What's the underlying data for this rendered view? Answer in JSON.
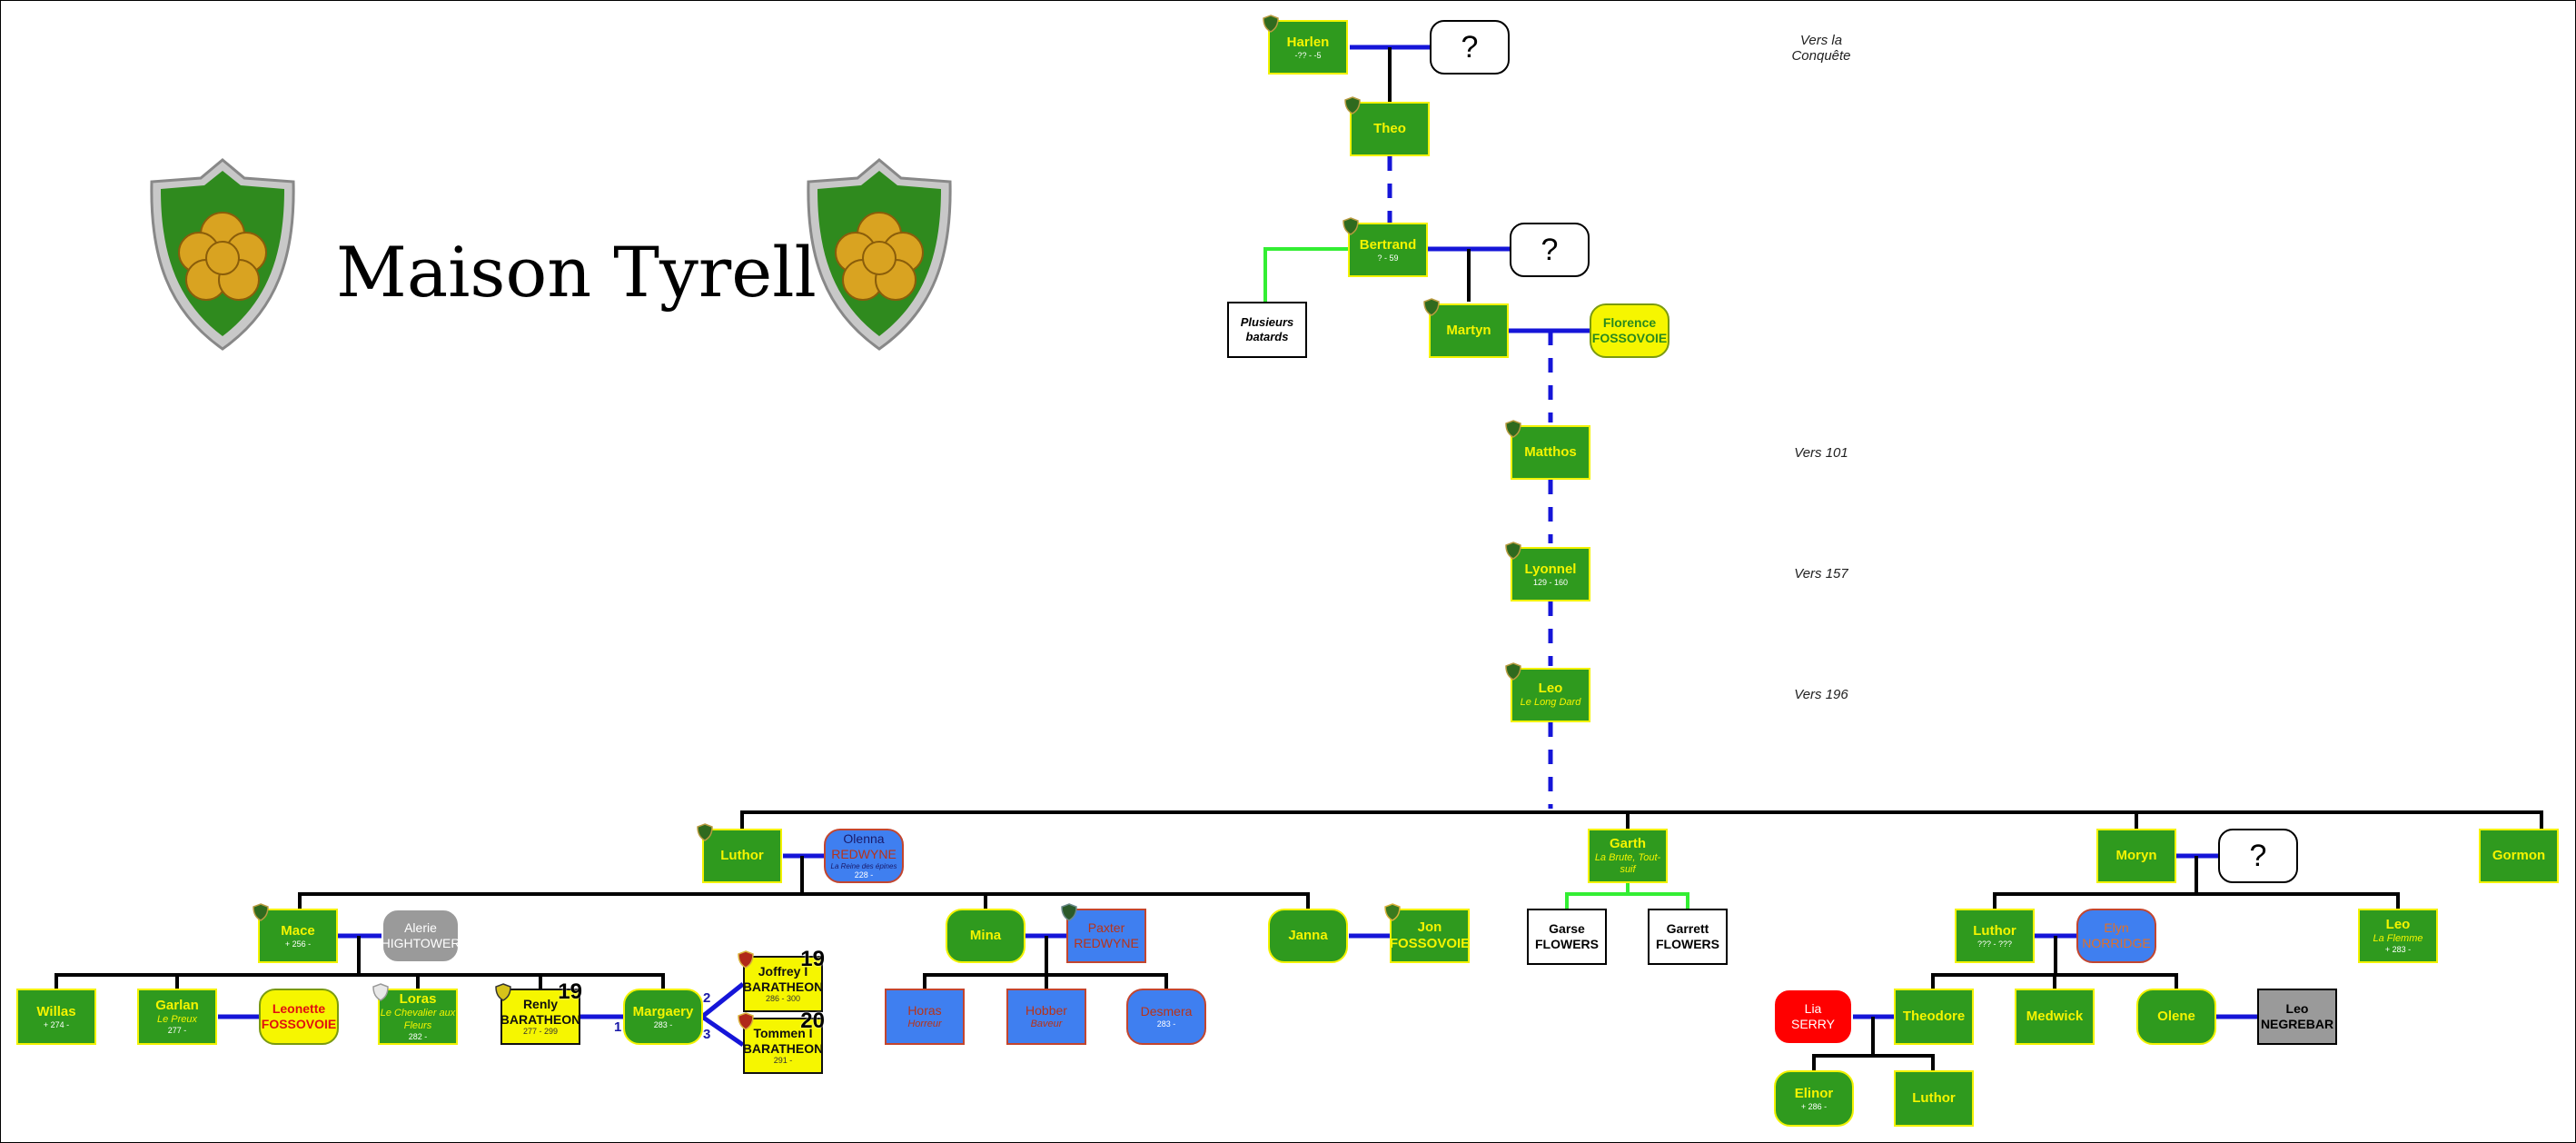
{
  "title": "Maison Tyrell",
  "eras": {
    "conquest": "Vers la Conquête",
    "y101": "Vers 101",
    "y157": "Vers 157",
    "y196": "Vers 196"
  },
  "unknown": "?",
  "nodes": {
    "harlen": {
      "name": "Harlen",
      "dates": "-?? - -5"
    },
    "theo": {
      "name": "Theo"
    },
    "bertrand": {
      "name": "Bertrand",
      "dates": "? - 59"
    },
    "bastards": {
      "name": "Plusieurs batards"
    },
    "martyn": {
      "name": "Martyn"
    },
    "florence": {
      "name": "Florence",
      "house": "FOSSOVOIE"
    },
    "matthos": {
      "name": "Matthos"
    },
    "lyonnel": {
      "name": "Lyonnel",
      "dates": "129 - 160"
    },
    "leo_lord": {
      "name": "Leo",
      "epithet": "Le Long Dard"
    },
    "luthor": {
      "name": "Luthor"
    },
    "olenna": {
      "name": "Olenna",
      "house": "REDWYNE",
      "epithet": "La Reine des épines",
      "dates": "228 -"
    },
    "garth": {
      "name": "Garth",
      "epithet": "La Brute, Tout-suif"
    },
    "moryn": {
      "name": "Moryn"
    },
    "gormon": {
      "name": "Gormon"
    },
    "mace": {
      "name": "Mace",
      "dates": "+ 256 -"
    },
    "alerie": {
      "name": "Alerie",
      "house": "HIGHTOWER"
    },
    "mina": {
      "name": "Mina"
    },
    "paxter": {
      "name": "Paxter",
      "house": "REDWYNE"
    },
    "janna": {
      "name": "Janna"
    },
    "jon_f": {
      "name": "Jon",
      "house": "FOSSOVOIE"
    },
    "garse": {
      "name": "Garse",
      "house": "FLOWERS"
    },
    "garrett": {
      "name": "Garrett",
      "house": "FLOWERS"
    },
    "luthor2": {
      "name": "Luthor",
      "dates": "??? - ???"
    },
    "elyn": {
      "name": "Elyn",
      "house": "NORRIDGE"
    },
    "leo_flam": {
      "name": "Leo",
      "epithet": "La Flemme",
      "dates": "+ 283 -"
    },
    "willas": {
      "name": "Willas",
      "dates": "+ 274 -"
    },
    "garlan": {
      "name": "Garlan",
      "epithet": "Le Preux",
      "dates": "277 -"
    },
    "leonette": {
      "name": "Leonette",
      "house": "FOSSOVOIE"
    },
    "loras": {
      "name": "Loras",
      "epithet": "Le Chevalier aux Fleurs",
      "dates": "282 -"
    },
    "renly": {
      "name": "Renly",
      "house": "BARATHEON",
      "dates": "277 - 299",
      "badge": "19"
    },
    "margaery": {
      "name": "Margaery",
      "dates": "283 -"
    },
    "joffrey": {
      "name": "Joffrey I",
      "house": "BARATHEON",
      "dates": "286 - 300",
      "badge": "19"
    },
    "tommen": {
      "name": "Tommen I",
      "house": "BARATHEON",
      "dates": "291 -",
      "badge": "20"
    },
    "horas": {
      "name": "Horas",
      "epithet": "Horreur"
    },
    "hobber": {
      "name": "Hobber",
      "epithet": "Baveur"
    },
    "desmera": {
      "name": "Desmera",
      "dates": "283 -"
    },
    "lia": {
      "name": "Lia",
      "house": "SERRY"
    },
    "theodore": {
      "name": "Theodore"
    },
    "medwick": {
      "name": "Medwick"
    },
    "olene": {
      "name": "Olene"
    },
    "leo_neg": {
      "name": "Leo",
      "house": "NEGREBAR"
    },
    "elinor": {
      "name": "Elinor",
      "dates": "+ 286 -"
    },
    "luthor3": {
      "name": "Luthor"
    }
  },
  "marriage_numbers": [
    "2",
    "1",
    "3"
  ],
  "colors": {
    "tyrell_green": "#2f9a1e",
    "name_yellow": "#f4f400",
    "redwyne_blue": "#3f7ff0",
    "marriage_line": "#1515d8",
    "bastard_line": "#33ee33",
    "descent_line": "#000000"
  }
}
